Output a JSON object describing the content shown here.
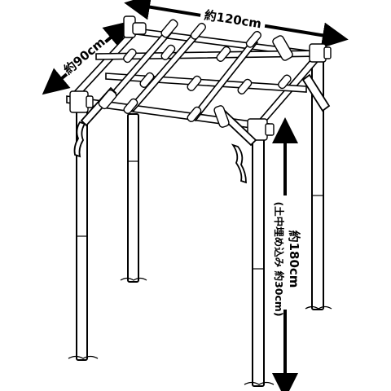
{
  "dimensions": {
    "width_label": "約120cm",
    "depth_label": "約90cm",
    "height_label": "約180cm",
    "height_note": "(土中埋め込み 約30cm)"
  }
}
